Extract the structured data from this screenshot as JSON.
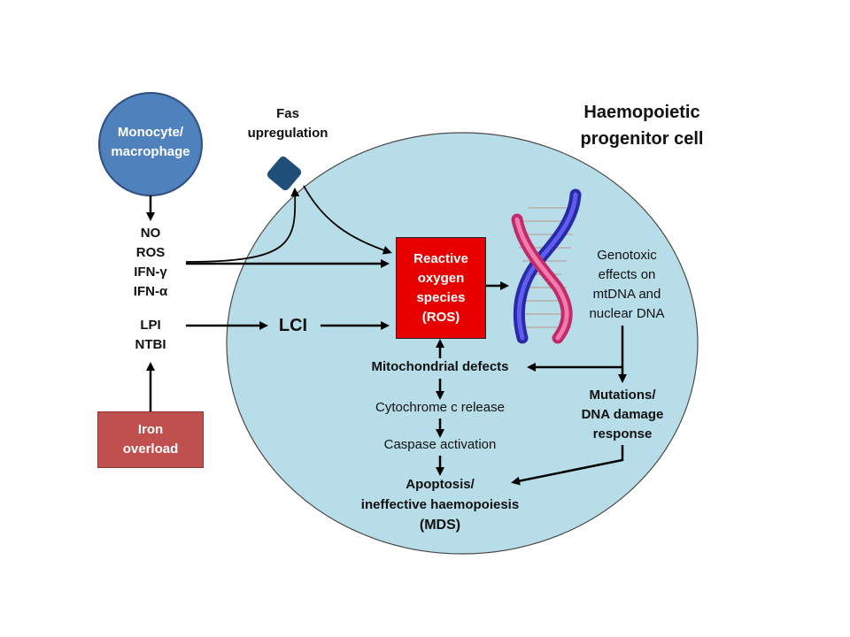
{
  "colors": {
    "cell_fill": "#b7dde8",
    "monocyte_fill": "#4f81bd",
    "iron_fill": "#c0504d",
    "ros_fill": "#e60000",
    "fas_receptor": "#1f4e79",
    "dna_strand_a": "#3333cc",
    "dna_strand_b": "#e0457b"
  },
  "cell": {
    "title_line1": "Haemopoietic",
    "title_line2": "progenitor cell"
  },
  "monocyte": {
    "line1": "Monocyte/",
    "line2": "macrophage"
  },
  "fas": {
    "line1": "Fas",
    "line2": "upregulation"
  },
  "mediators": {
    "no": "NO",
    "ros": "ROS",
    "ifn_gamma": "IFN-γ",
    "ifn_alpha": "IFN-α"
  },
  "iron_species": {
    "lpi": "LPI",
    "ntbi": "NTBI"
  },
  "iron_overload": {
    "line1": "Iron",
    "line2": "overload"
  },
  "lci": "LCI",
  "ros_box": {
    "line1": "Reactive",
    "line2": "oxygen",
    "line3": "species",
    "line4": "(ROS)"
  },
  "genotoxic": {
    "line1": "Genotoxic",
    "line2": "effects on",
    "line3": "mtDNA and",
    "line4": "nuclear DNA"
  },
  "mitochondrial": "Mitochondrial defects",
  "cytochrome": "Cytochrome c release",
  "caspase": "Caspase activation",
  "mutations": {
    "line1": "Mutations/",
    "line2": "DNA damage",
    "line3": "response"
  },
  "apoptosis": {
    "line1": "Apoptosis/",
    "line2": "ineffective haemopoiesis",
    "line3": "(MDS)"
  }
}
